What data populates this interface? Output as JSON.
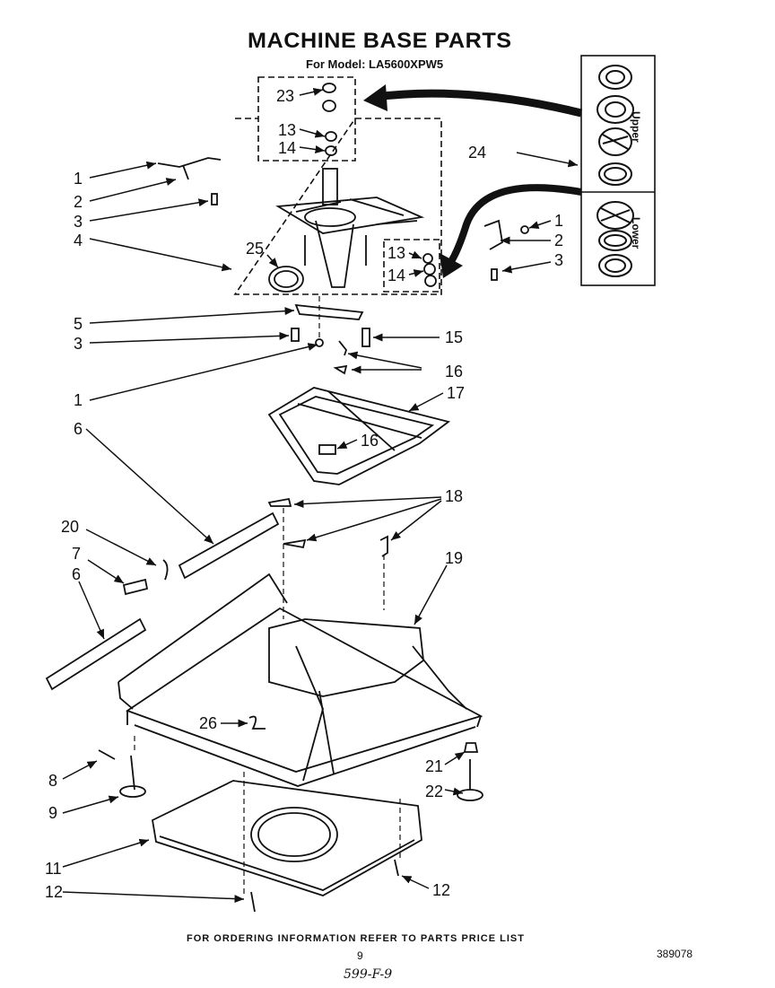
{
  "title": "MACHINE BASE PARTS",
  "subtitle": "For Model: LA5600XPW5",
  "footer_note": "FOR ORDERING INFORMATION REFER TO PARTS PRICE LIST",
  "page_number": "9",
  "document_number": "389078",
  "handwritten_code": "599-F-9",
  "bearing_labels": {
    "upper": "Upper",
    "lower": "Lower"
  },
  "callouts": [
    {
      "id": "c1a",
      "text": "1"
    },
    {
      "id": "c2a",
      "text": "2"
    },
    {
      "id": "c3a",
      "text": "3"
    },
    {
      "id": "c4",
      "text": "4"
    },
    {
      "id": "c23",
      "text": "23"
    },
    {
      "id": "c13a",
      "text": "13"
    },
    {
      "id": "c14a",
      "text": "14"
    },
    {
      "id": "c25",
      "text": "25"
    },
    {
      "id": "c13b",
      "text": "13"
    },
    {
      "id": "c14b",
      "text": "14"
    },
    {
      "id": "c24",
      "text": "24"
    },
    {
      "id": "c1b",
      "text": "1"
    },
    {
      "id": "c2b",
      "text": "2"
    },
    {
      "id": "c3b",
      "text": "3"
    },
    {
      "id": "c5",
      "text": "5"
    },
    {
      "id": "c3c",
      "text": "3"
    },
    {
      "id": "c15",
      "text": "15"
    },
    {
      "id": "c16a",
      "text": "16"
    },
    {
      "id": "c1c",
      "text": "1"
    },
    {
      "id": "c17",
      "text": "17"
    },
    {
      "id": "c6a",
      "text": "6"
    },
    {
      "id": "c16b",
      "text": "16"
    },
    {
      "id": "c18",
      "text": "18"
    },
    {
      "id": "c20",
      "text": "20"
    },
    {
      "id": "c7",
      "text": "7"
    },
    {
      "id": "c19",
      "text": "19"
    },
    {
      "id": "c6b",
      "text": "6"
    },
    {
      "id": "c26",
      "text": "26"
    },
    {
      "id": "c8",
      "text": "8"
    },
    {
      "id": "c21",
      "text": "21"
    },
    {
      "id": "c22",
      "text": "22"
    },
    {
      "id": "c9",
      "text": "9"
    },
    {
      "id": "c11",
      "text": "11"
    },
    {
      "id": "c12a",
      "text": "12"
    },
    {
      "id": "c12b",
      "text": "12"
    }
  ]
}
